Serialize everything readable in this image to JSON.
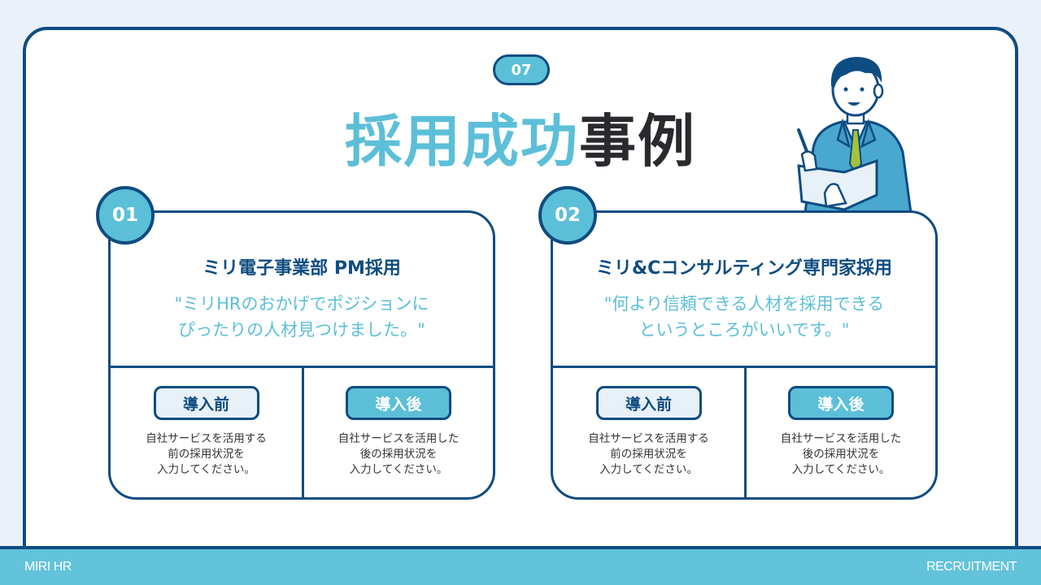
{
  "section_number": "07",
  "title": {
    "accent_text": "採用成功",
    "dark_text": "事例"
  },
  "colors": {
    "accent": "#5cbfd8",
    "navy": "#0f4c81",
    "background": "#eaf1f8",
    "dark_text": "#2a2a2e"
  },
  "cases": [
    {
      "number": "01",
      "title": "ミリ電子事業部 PM採用",
      "quote": "\"ミリHRのおかげでポジションに\nぴったりの人材見つけました。\"",
      "before": {
        "label": "導入前",
        "description": "自社サービスを活用する\n前の採用状況を\n入力してください。"
      },
      "after": {
        "label": "導入後",
        "description": "自社サービスを活用した\n後の採用状況を\n入力してください。"
      }
    },
    {
      "number": "02",
      "title": "ミリ&Cコンサルティング専門家採用",
      "quote": "\"何より信頼できる人材を採用できる\nというところがいいです。\"",
      "before": {
        "label": "導入前",
        "description": "自社サービスを活用する\n前の採用状況を\n入力してください。"
      },
      "after": {
        "label": "導入後",
        "description": "自社サービスを活用した\n後の採用状況を\n入力してください。"
      }
    }
  ],
  "illustration": "businessman-with-notebook-illustration",
  "footer": {
    "left": "MIRI HR",
    "right": "RECRUITMENT"
  }
}
